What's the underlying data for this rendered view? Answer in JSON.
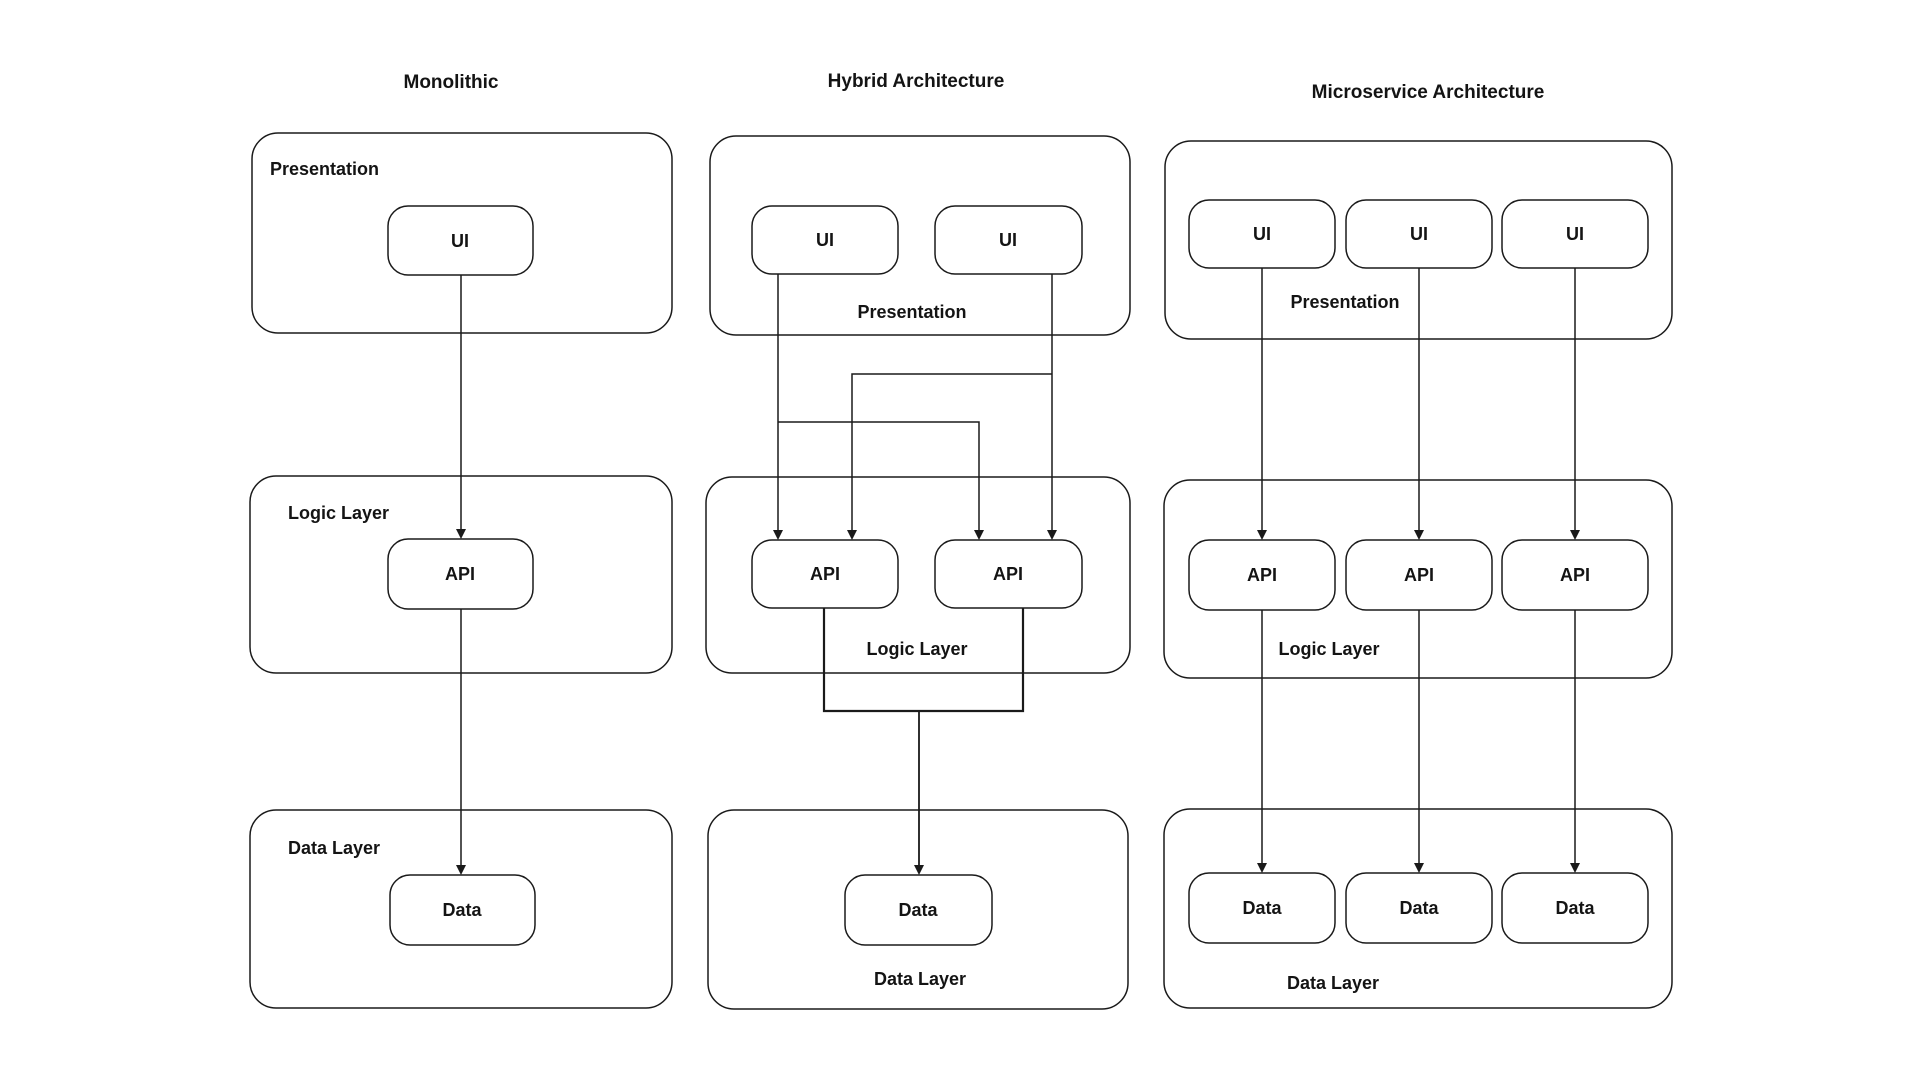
{
  "diagram": {
    "monolithic": {
      "title": "Monolithic",
      "presentation_label": "Presentation",
      "logic_label": "Logic Layer",
      "data_label": "Data Layer",
      "ui": "UI",
      "api": "API",
      "data": "Data"
    },
    "hybrid": {
      "title": "Hybrid Architecture",
      "presentation_label": "Presentation",
      "logic_label": "Logic Layer",
      "data_label": "Data Layer",
      "ui1": "UI",
      "ui2": "UI",
      "api1": "API",
      "api2": "API",
      "data": "Data"
    },
    "microservice": {
      "title": "Microservice Architecture",
      "presentation_label": "Presentation",
      "logic_label": "Logic Layer",
      "data_label": "Data Layer",
      "ui1": "UI",
      "ui2": "UI",
      "ui3": "UI",
      "api1": "API",
      "api2": "API",
      "api3": "API",
      "data1": "Data",
      "data2": "Data",
      "data3": "Data"
    },
    "colors": {
      "stroke": "#1a1a1a",
      "text": "#141414",
      "background": "#ffffff"
    }
  }
}
